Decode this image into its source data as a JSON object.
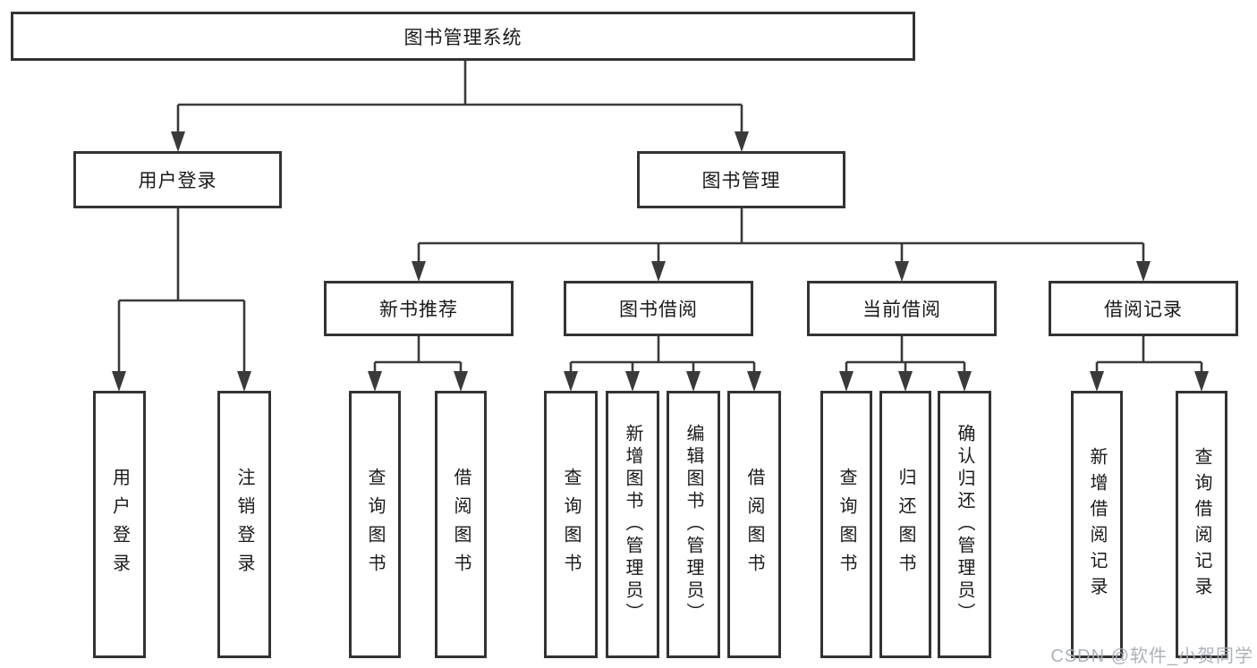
{
  "diagram": {
    "title": "图书管理系统",
    "type": "hierarchy-tree",
    "colors": {
      "line": "#3a3a3a",
      "box_border": "#333333",
      "box_background": "#ffffff",
      "text": "#1a1a1a",
      "watermark": "#a8aeb6"
    },
    "watermark": "CSDN @软件_小贺同学",
    "nodes": {
      "root": {
        "label": "图书管理系统"
      },
      "user_login": {
        "label": "用户登录"
      },
      "book_mgmt": {
        "label": "图书管理"
      },
      "new_book_rec": {
        "label": "新书推荐"
      },
      "book_borrow": {
        "label": "图书借阅"
      },
      "current_borrow": {
        "label": "当前借阅"
      },
      "borrow_records": {
        "label": "借阅记录"
      },
      "leaf_user_login": {
        "label": "用户登录"
      },
      "leaf_logout": {
        "label": "注销登录"
      },
      "rec_query_books": {
        "label": "查询图书"
      },
      "rec_borrow_books": {
        "label": "借阅图书"
      },
      "bb_query_books": {
        "label": "查询图书"
      },
      "bb_add_books": {
        "label": "新增图书（管理员）"
      },
      "bb_edit_books": {
        "label": "编辑图书（管理员）"
      },
      "bb_borrow_books": {
        "label": "借阅图书"
      },
      "cb_query_books": {
        "label": "查询图书"
      },
      "cb_return_books": {
        "label": "归还图书"
      },
      "cb_confirm_return": {
        "label": "确认归还（管理员）"
      },
      "br_add_record": {
        "label": "新增借阅记录"
      },
      "br_query_record": {
        "label": "查询借阅记录"
      }
    },
    "hierarchy": {
      "root": [
        "user_login",
        "book_mgmt"
      ],
      "user_login": [
        "leaf_user_login",
        "leaf_logout"
      ],
      "book_mgmt": [
        "new_book_rec",
        "book_borrow",
        "current_borrow",
        "borrow_records"
      ],
      "new_book_rec": [
        "rec_query_books",
        "rec_borrow_books"
      ],
      "book_borrow": [
        "bb_query_books",
        "bb_add_books",
        "bb_edit_books",
        "bb_borrow_books"
      ],
      "current_borrow": [
        "cb_query_books",
        "cb_return_books",
        "cb_confirm_return"
      ],
      "borrow_records": [
        "br_add_record",
        "br_query_record"
      ]
    }
  }
}
